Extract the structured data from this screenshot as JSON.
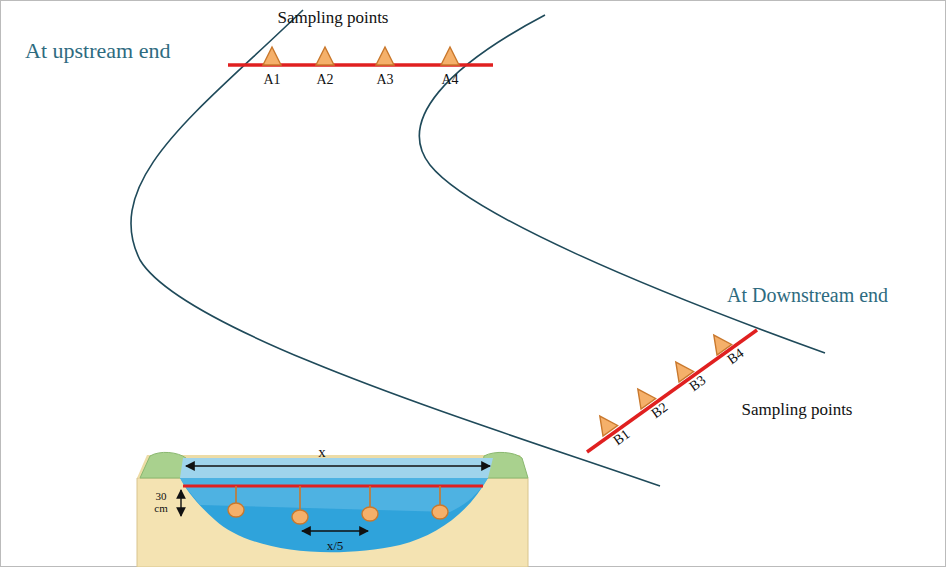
{
  "diagram": {
    "labels": [
      "At upstream end",
      "Sampling points",
      "A1",
      "A2",
      "A3",
      "A4",
      "At Downstream end",
      "B1",
      "B2",
      "B3",
      "B4",
      "Sampling points",
      "x",
      "30 cm",
      "x/5"
    ]
  }
}
